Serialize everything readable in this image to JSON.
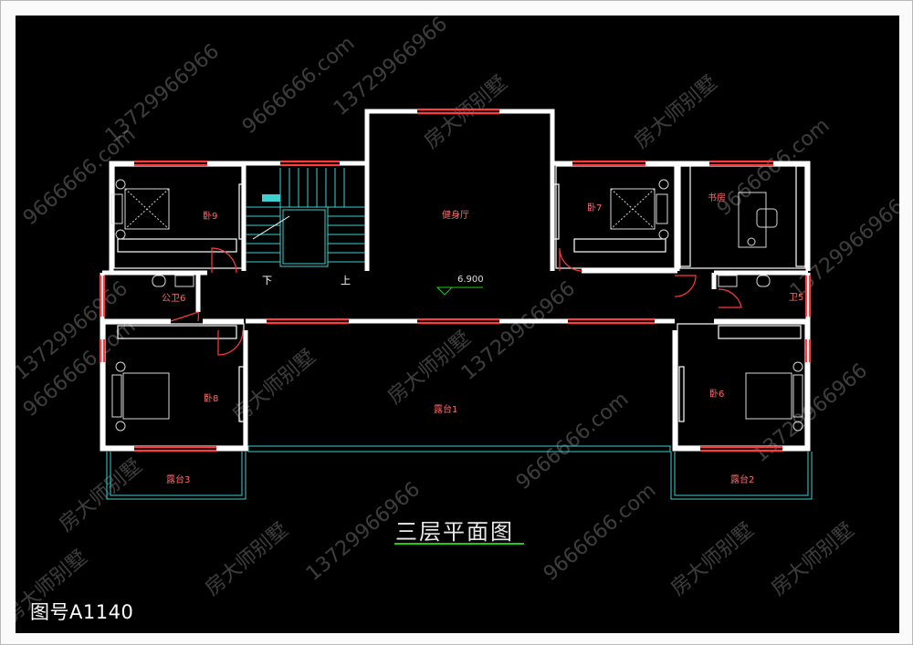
{
  "drawing": {
    "title": "三层平面图",
    "drawing_number": "图号A1140",
    "elevation": "6.900",
    "stair_down": "下",
    "stair_up": "上"
  },
  "rooms": {
    "bedroom_9": "卧9",
    "bedroom_7": "卧7",
    "bedroom_8": "卧8",
    "bedroom_6": "卧6",
    "fitness_hall": "健身厅",
    "study": "书房",
    "public_bath": "公卫6",
    "bath_5": "卫5",
    "terrace_1": "露台1",
    "terrace_2": "露台2",
    "terrace_3": "露台3"
  },
  "watermarks": {
    "brand": "房大师别墅",
    "phone": "13729966966",
    "site": "9666666.com"
  },
  "colors": {
    "background": "#000000",
    "wall": "#ffffff",
    "window": "#ff3b3b",
    "stair": "#3cd0d0",
    "furniture": "#d8d8d8",
    "title_underline": "#18d018"
  }
}
